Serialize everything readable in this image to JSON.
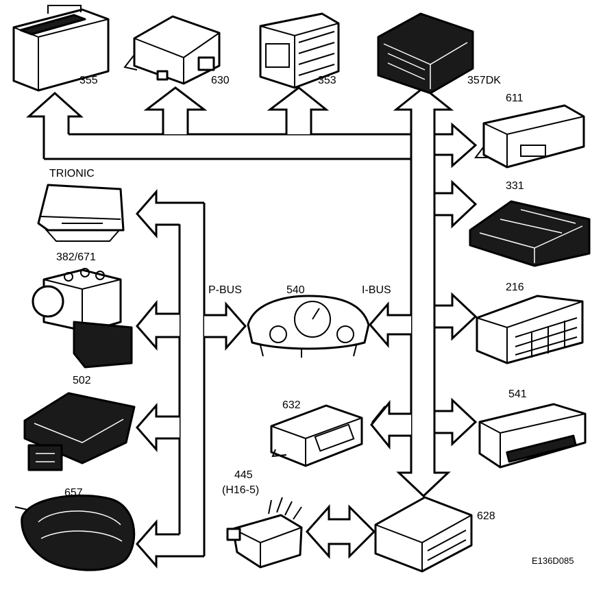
{
  "buses": {
    "p_bus": "P-BUS",
    "i_bus": "I-BUS"
  },
  "modules": {
    "m355": "355",
    "m630": "630",
    "m353": "353",
    "m357dk": "357DK",
    "m611": "611",
    "m331": "331",
    "m216": "216",
    "m541": "541",
    "m628": "628",
    "m632": "632",
    "m540": "540",
    "trionic": "TRIONIC",
    "m382": "382/671",
    "m502": "502",
    "m657": "657",
    "m445": "445",
    "m445_sub": "(H16-5)"
  },
  "reference": "E136D085"
}
